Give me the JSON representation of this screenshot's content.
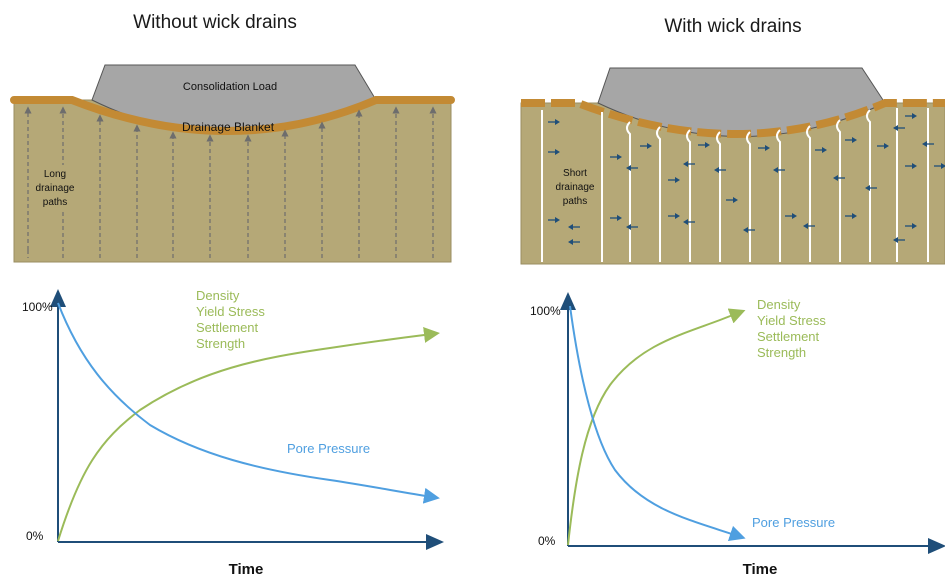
{
  "left": {
    "title": "Without wick drains",
    "load_label": "Consolidation  Load",
    "blanket_label": "Drainage Blanket",
    "path_label": [
      "Long",
      "drainage",
      "paths"
    ],
    "y_top": "100%",
    "y_bottom": "0%",
    "x_label": "Time",
    "rising_labels": [
      "Density",
      "Yield Stress",
      "Settlement",
      "Strength"
    ],
    "falling_label": "Pore Pressure"
  },
  "right": {
    "title": "With wick drains",
    "path_label": [
      "Short",
      "drainage",
      "paths"
    ],
    "y_top": "100%",
    "y_bottom": "0%",
    "x_label": "Time",
    "rising_labels": [
      "Density",
      "Yield Stress",
      "Settlement",
      "Strength"
    ],
    "falling_label": "Pore Pressure"
  },
  "colors": {
    "soil": "#b5a877",
    "blanket": "#c38a34",
    "load": "#a6a6a6",
    "axis": "#1f4e79",
    "rising_curve": "#9bbb59",
    "falling_curve": "#4f9fe0",
    "arrow": "#1f4e79"
  }
}
